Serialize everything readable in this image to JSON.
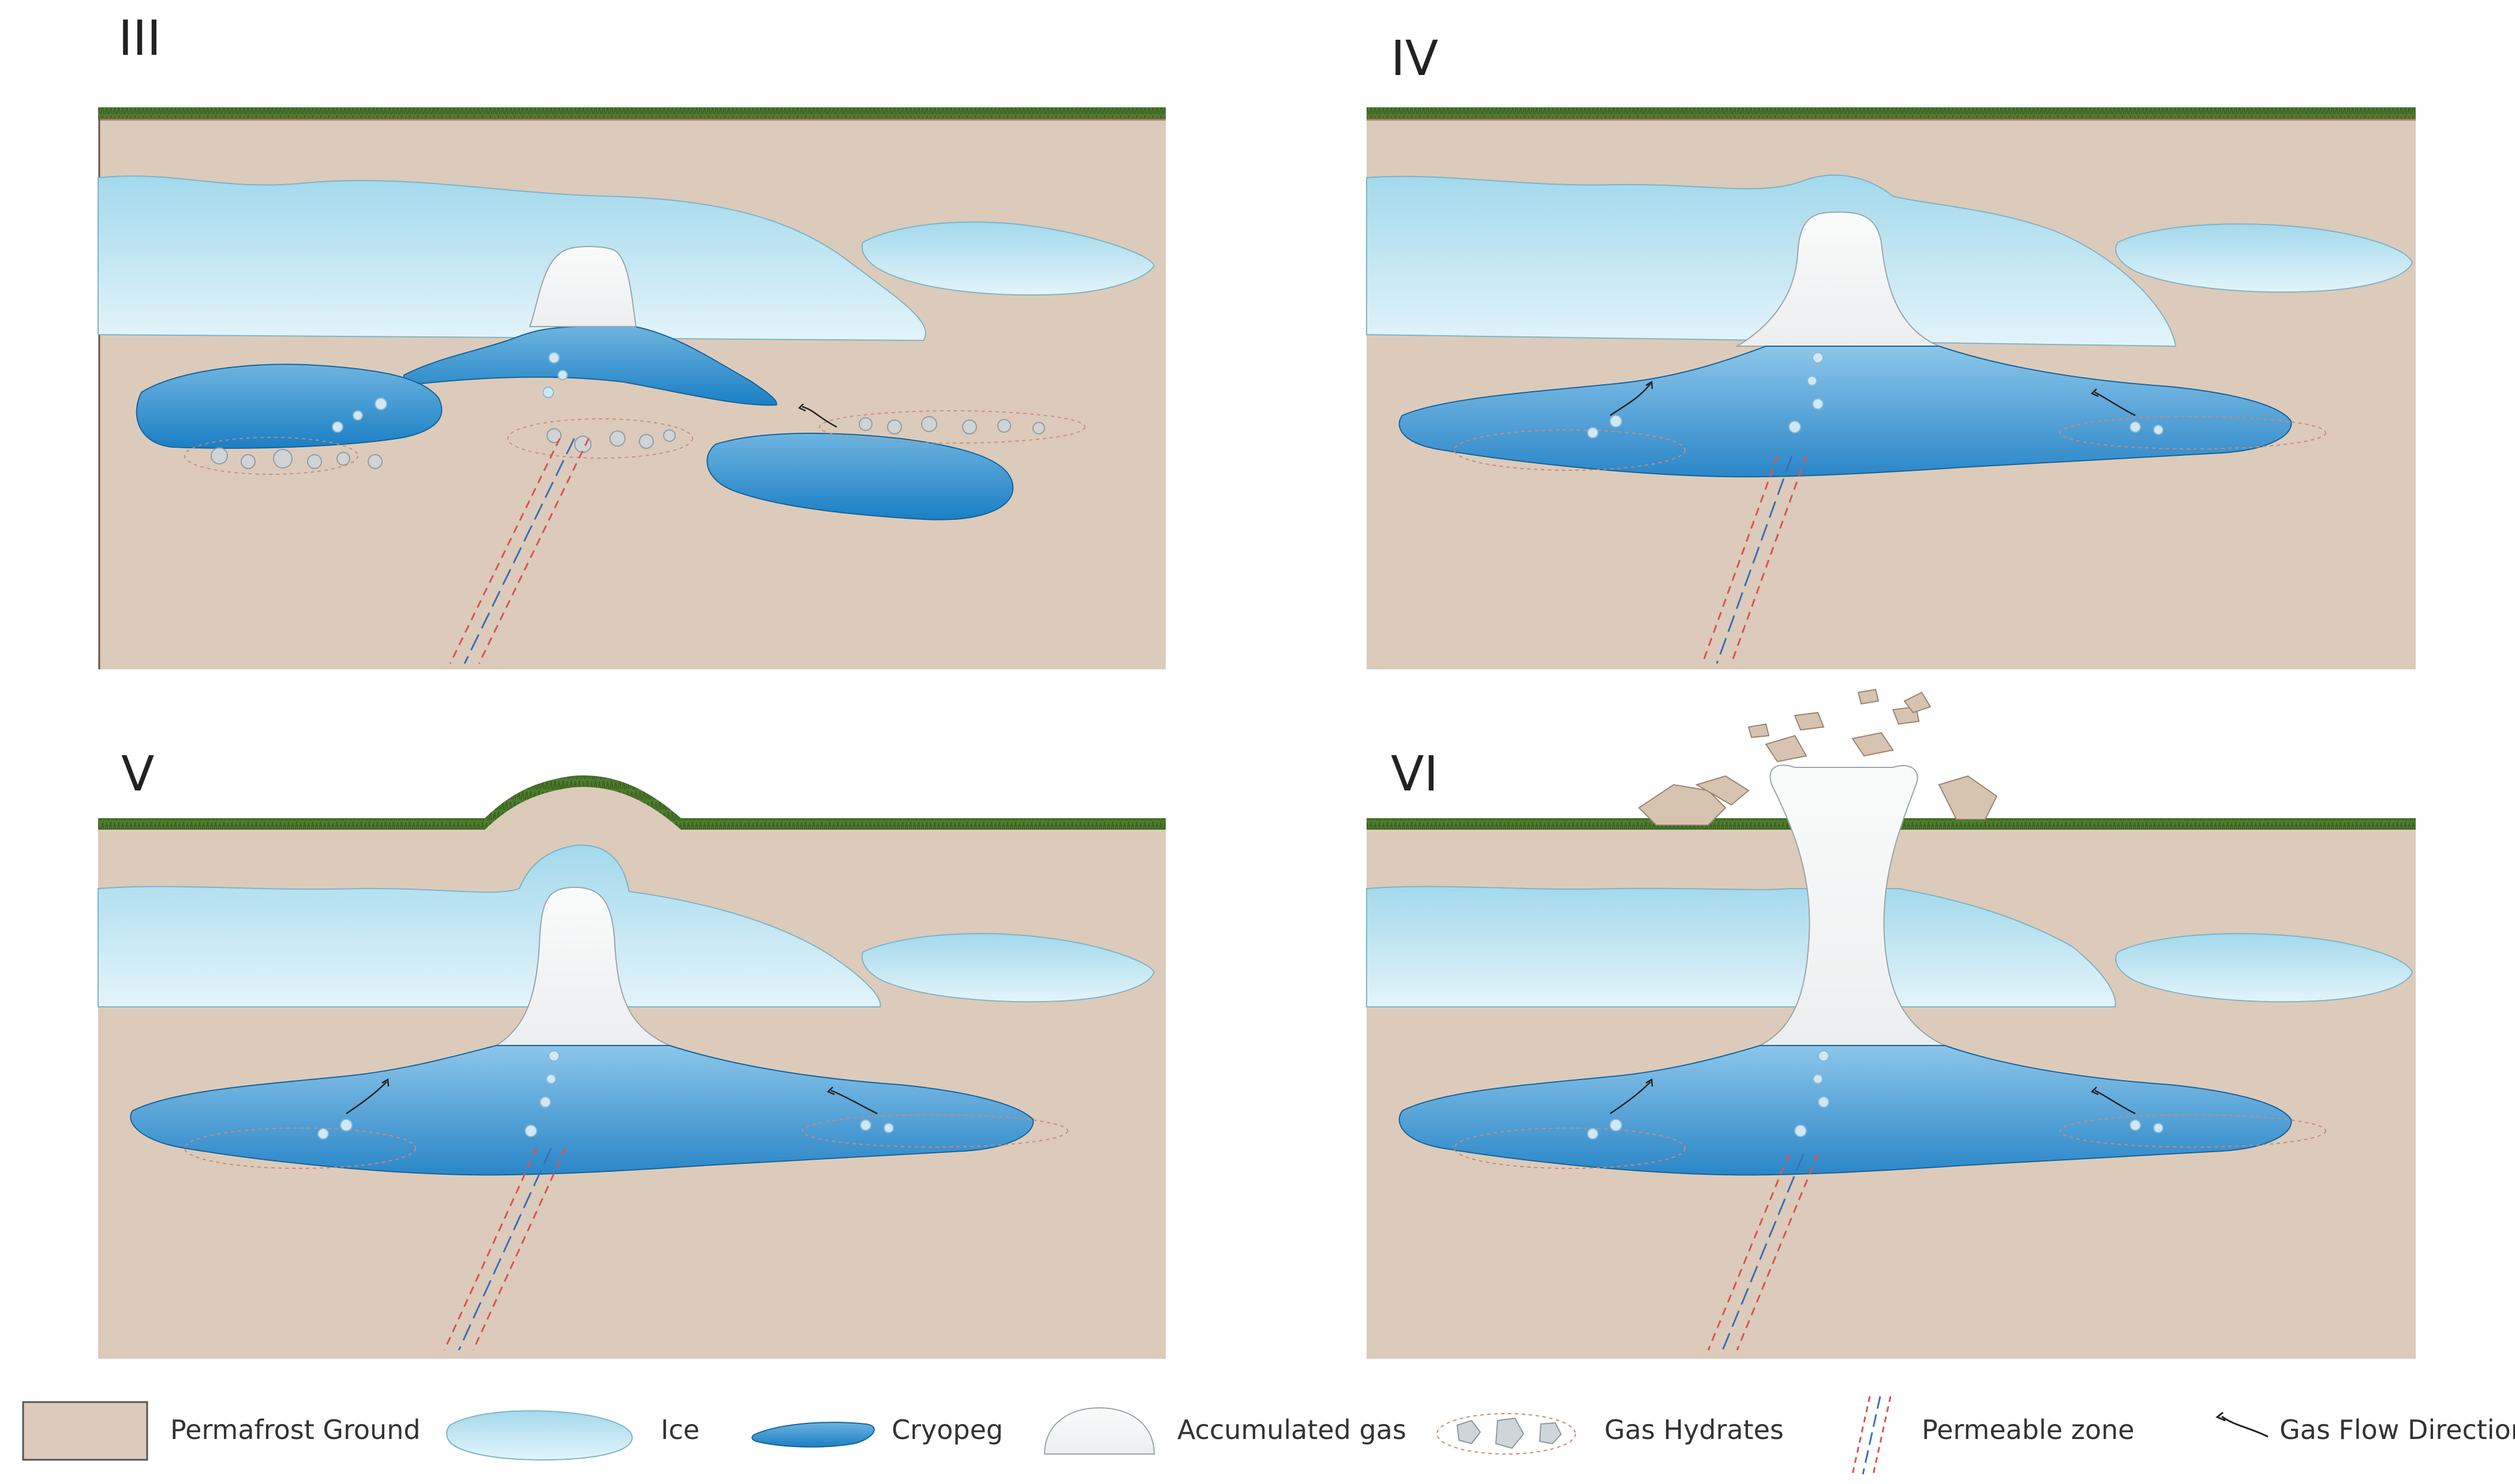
{
  "panels": [
    {
      "label": "III"
    },
    {
      "label": "IV"
    },
    {
      "label": "V"
    },
    {
      "label": "VI"
    }
  ],
  "legend": {
    "items": [
      {
        "label": "Permafrost Ground"
      },
      {
        "label": "Ice"
      },
      {
        "label": "Cryopeg"
      },
      {
        "label": "Accumulated gas"
      },
      {
        "label": "Gas Hydrates"
      },
      {
        "label": "Permeable zone"
      },
      {
        "label": "Gas Flow Direction"
      }
    ]
  },
  "colors": {
    "permafrost": "#dccbba",
    "ice": "#a9dcee",
    "ice_light": "#dff2f9",
    "cryopeg": "#3f97d2",
    "cryopeg_dark": "#1a79bd",
    "gas": "#f1f3f4",
    "grass": "#4b7a2d",
    "soil": "#7a5a3c",
    "permeable_red": "#d9534f",
    "permeable_blue": "#3a6fb5"
  }
}
